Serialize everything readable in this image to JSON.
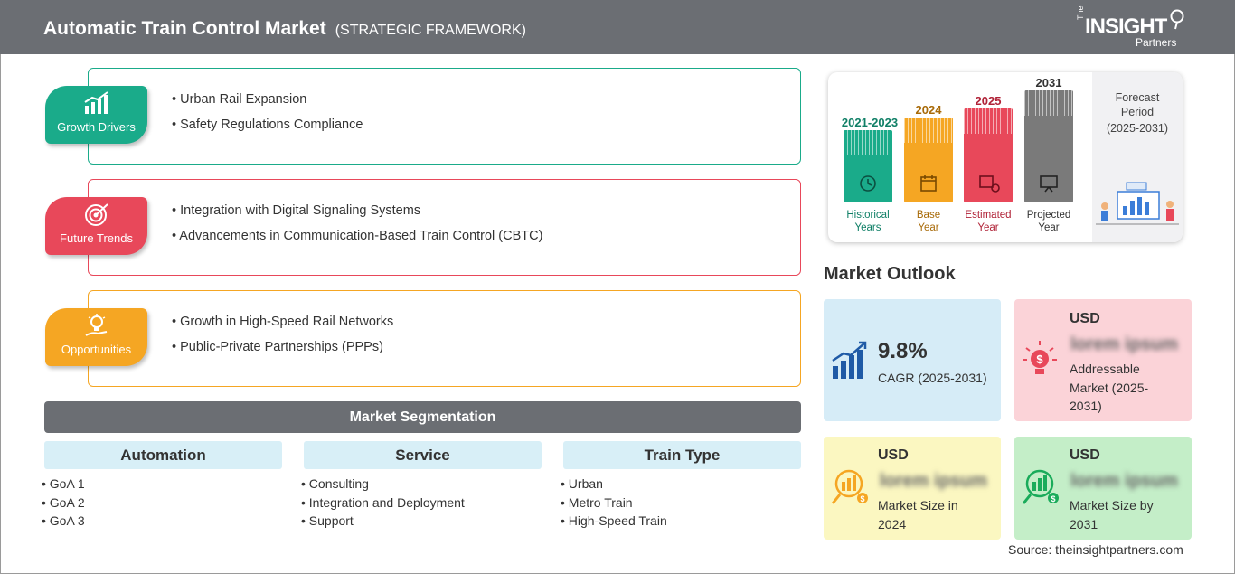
{
  "header": {
    "title": "Automatic Train Control Market",
    "subtitle": "(STRATEGIC FRAMEWORK)",
    "logo_the": "The",
    "logo_brand": "INSIGHT",
    "logo_partners": "Partners"
  },
  "framework": [
    {
      "label": "Growth Drivers",
      "color": "#1aab8a",
      "items": [
        "• Urban Rail Expansion",
        "• Safety Regulations Compliance"
      ]
    },
    {
      "label": "Future Trends",
      "color": "#e8485a",
      "items": [
        "• Integration with Digital Signaling Systems",
        "• Advancements in Communication-Based Train Control (CBTC)"
      ]
    },
    {
      "label": "Opportunities",
      "color": "#f5a623",
      "items": [
        "• Growth in High-Speed Rail Networks",
        "• Public-Private Partnerships (PPPs)"
      ]
    }
  ],
  "segmentation": {
    "title": "Market Segmentation",
    "columns": [
      {
        "heading": "Automation",
        "items": [
          "• GoA 1",
          "• GoA 2",
          "• GoA 3"
        ]
      },
      {
        "heading": "Service",
        "items": [
          "• Consulting",
          "• Integration and Deployment",
          "• Support"
        ]
      },
      {
        "heading": "Train Type",
        "items": [
          "• Urban",
          "• Metro Train",
          "• High-Speed Train"
        ]
      }
    ]
  },
  "timeline": {
    "periods": [
      {
        "year": "2021-2023",
        "caption_1": "Historical",
        "caption_2": "Years",
        "color": "#1aab8a",
        "year_color": "#0f7f66"
      },
      {
        "year": "2024",
        "caption_1": "Base",
        "caption_2": "Year",
        "color": "#f5a623",
        "year_color": "#a86a08"
      },
      {
        "year": "2025",
        "caption_1": "Estimated",
        "caption_2": "Year",
        "color": "#e8485a",
        "year_color": "#b02237"
      },
      {
        "year": "2031",
        "caption_1": "Projected",
        "caption_2": "Year",
        "color": "#7a7a7a",
        "year_color": "#333333"
      }
    ],
    "forecast_1": "Forecast",
    "forecast_2": "Period",
    "forecast_3": "(2025-2031)"
  },
  "outlook": {
    "title": "Market Outlook",
    "cagr_value": "9.8%",
    "cagr_label": "CAGR (2025-2031)",
    "addressable_usd": "USD",
    "addressable_value": "lorem ipsum",
    "addressable_label_1": "Addressable",
    "addressable_label_2": "Market (2025-",
    "addressable_label_3": "2031)",
    "size2024_usd": "USD",
    "size2024_value": "lorem ipsum",
    "size2024_label_1": "Market Size in",
    "size2024_label_2": "2024",
    "size2031_usd": "USD",
    "size2031_value": "lorem ipsum",
    "size2031_label_1": "Market Size by",
    "size2031_label_2": "2031"
  },
  "source": "Source: theinsightpartners.com"
}
